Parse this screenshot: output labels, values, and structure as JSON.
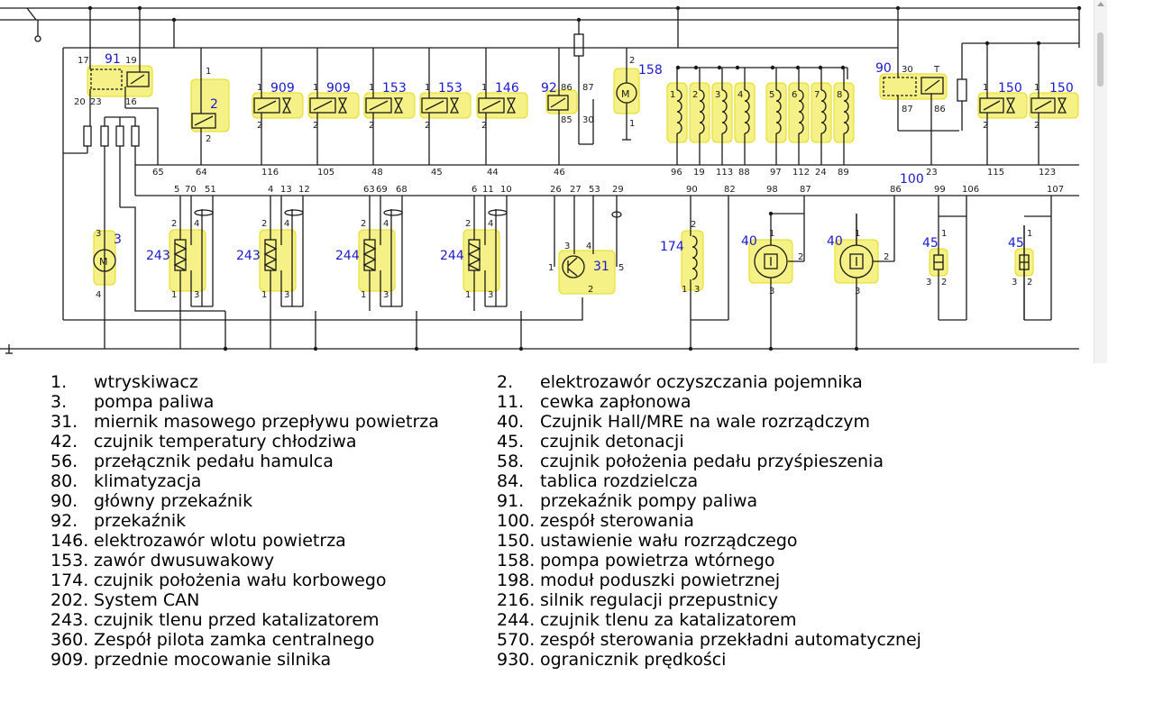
{
  "component_numbers": [
    "91",
    "2",
    "909",
    "909",
    "153",
    "153",
    "146",
    "92",
    "158",
    "90",
    "150",
    "150",
    "3",
    "243",
    "243",
    "244",
    "244",
    "31",
    "174",
    "40",
    "40",
    "45",
    "45",
    "100"
  ],
  "pin_numbers": {
    "relay91": [
      "17",
      "19",
      "20",
      "23",
      "16"
    ],
    "relay92": [
      "86",
      "87",
      "85",
      "30"
    ],
    "relay90": [
      "30",
      "T",
      "87",
      "86"
    ],
    "pump158": [
      "2",
      "1"
    ],
    "valves": [
      "1",
      "2"
    ],
    "coils": [
      "1",
      "2",
      "3",
      "4",
      "5",
      "6",
      "7",
      "8"
    ],
    "sensors": [
      "2",
      "4",
      "1",
      "3"
    ],
    "maf31": [
      "3",
      "4",
      "1",
      "5",
      "2"
    ],
    "ckp174": [
      "2",
      "1",
      "3"
    ],
    "hall40": [
      "1",
      "2",
      "3"
    ],
    "knock45": [
      "1",
      "3",
      "2"
    ],
    "motor3": [
      "3",
      "4"
    ]
  },
  "ecu_pins_top": [
    "65",
    "64",
    "116",
    "105",
    "48",
    "45",
    "44",
    "46",
    "96",
    "19",
    "113",
    "88",
    "97",
    "112",
    "24",
    "89",
    "23",
    "115",
    "123"
  ],
  "ecu_pins_bottom": [
    "5",
    "70",
    "51",
    "4",
    "13",
    "12",
    "63",
    "69",
    "68",
    "6",
    "11",
    "10",
    "26",
    "27",
    "53",
    "29",
    "90",
    "82",
    "98",
    "87",
    "86",
    "99",
    "106",
    "107"
  ],
  "legend": [
    {
      "num": "1.",
      "text": "wtryskiwacz"
    },
    {
      "num": "2.",
      "text": "elektrozawór oczyszczania pojemnika"
    },
    {
      "num": "3.",
      "text": "pompa paliwa"
    },
    {
      "num": "11.",
      "text": "cewka zapłonowa"
    },
    {
      "num": "31.",
      "text": "miernik masowego przepływu powietrza"
    },
    {
      "num": "40.",
      "text": "Czujnik Hall/MRE na wale rozrządczym"
    },
    {
      "num": "42.",
      "text": "czujnik temperatury chłodziwa"
    },
    {
      "num": "45.",
      "text": "czujnik detonacji"
    },
    {
      "num": "56.",
      "text": "przełącznik pedału hamulca"
    },
    {
      "num": "58.",
      "text": "czujnik położenia pedału przyśpieszenia"
    },
    {
      "num": "80.",
      "text": "klimatyzacja"
    },
    {
      "num": "84.",
      "text": "tablica rozdzielcza"
    },
    {
      "num": "90.",
      "text": "główny przekaźnik"
    },
    {
      "num": "91.",
      "text": "przekaźnik pompy paliwa"
    },
    {
      "num": "92.",
      "text": "przekaźnik"
    },
    {
      "num": "100.",
      "text": "zespół sterowania"
    },
    {
      "num": "146.",
      "text": "elektrozawór wlotu powietrza"
    },
    {
      "num": "150.",
      "text": "ustawienie wału rozrządczego"
    },
    {
      "num": "153.",
      "text": "zawór dwusuwakowy"
    },
    {
      "num": "158.",
      "text": "pompa powietrza wtórnego"
    },
    {
      "num": "174.",
      "text": "czujnik położenia wału korbowego"
    },
    {
      "num": "198.",
      "text": "moduł poduszki powietrznej"
    },
    {
      "num": "202.",
      "text": "System CAN"
    },
    {
      "num": "216.",
      "text": "silnik regulacji przepustnicy"
    },
    {
      "num": "243.",
      "text": "czujnik tlenu przed katalizatorem"
    },
    {
      "num": "244.",
      "text": "czujnik tlenu za katalizatorem"
    },
    {
      "num": "360.",
      "text": "Zespół pilota zamka centralnego"
    },
    {
      "num": "570.",
      "text": "zespół sterowania przekładni automatycznej"
    },
    {
      "num": "909.",
      "text": "przednie mocowanie silnika"
    },
    {
      "num": "930.",
      "text": "ogranicznik prędkości"
    }
  ],
  "colors": {
    "wire": "#1a1a1a",
    "label_blue": "#1a1acc",
    "highlight": "#f5f07a",
    "highlight_border": "#e0d600",
    "background": "#ffffff"
  },
  "icons": [
    "ground-icon",
    "motor-icon",
    "relay-coil-icon",
    "solenoid-valve-icon",
    "inductor-coil-icon",
    "heated-sensor-icon",
    "transistor-icon",
    "hall-sensor-icon",
    "knock-sensor-icon",
    "fuse-icon"
  ]
}
